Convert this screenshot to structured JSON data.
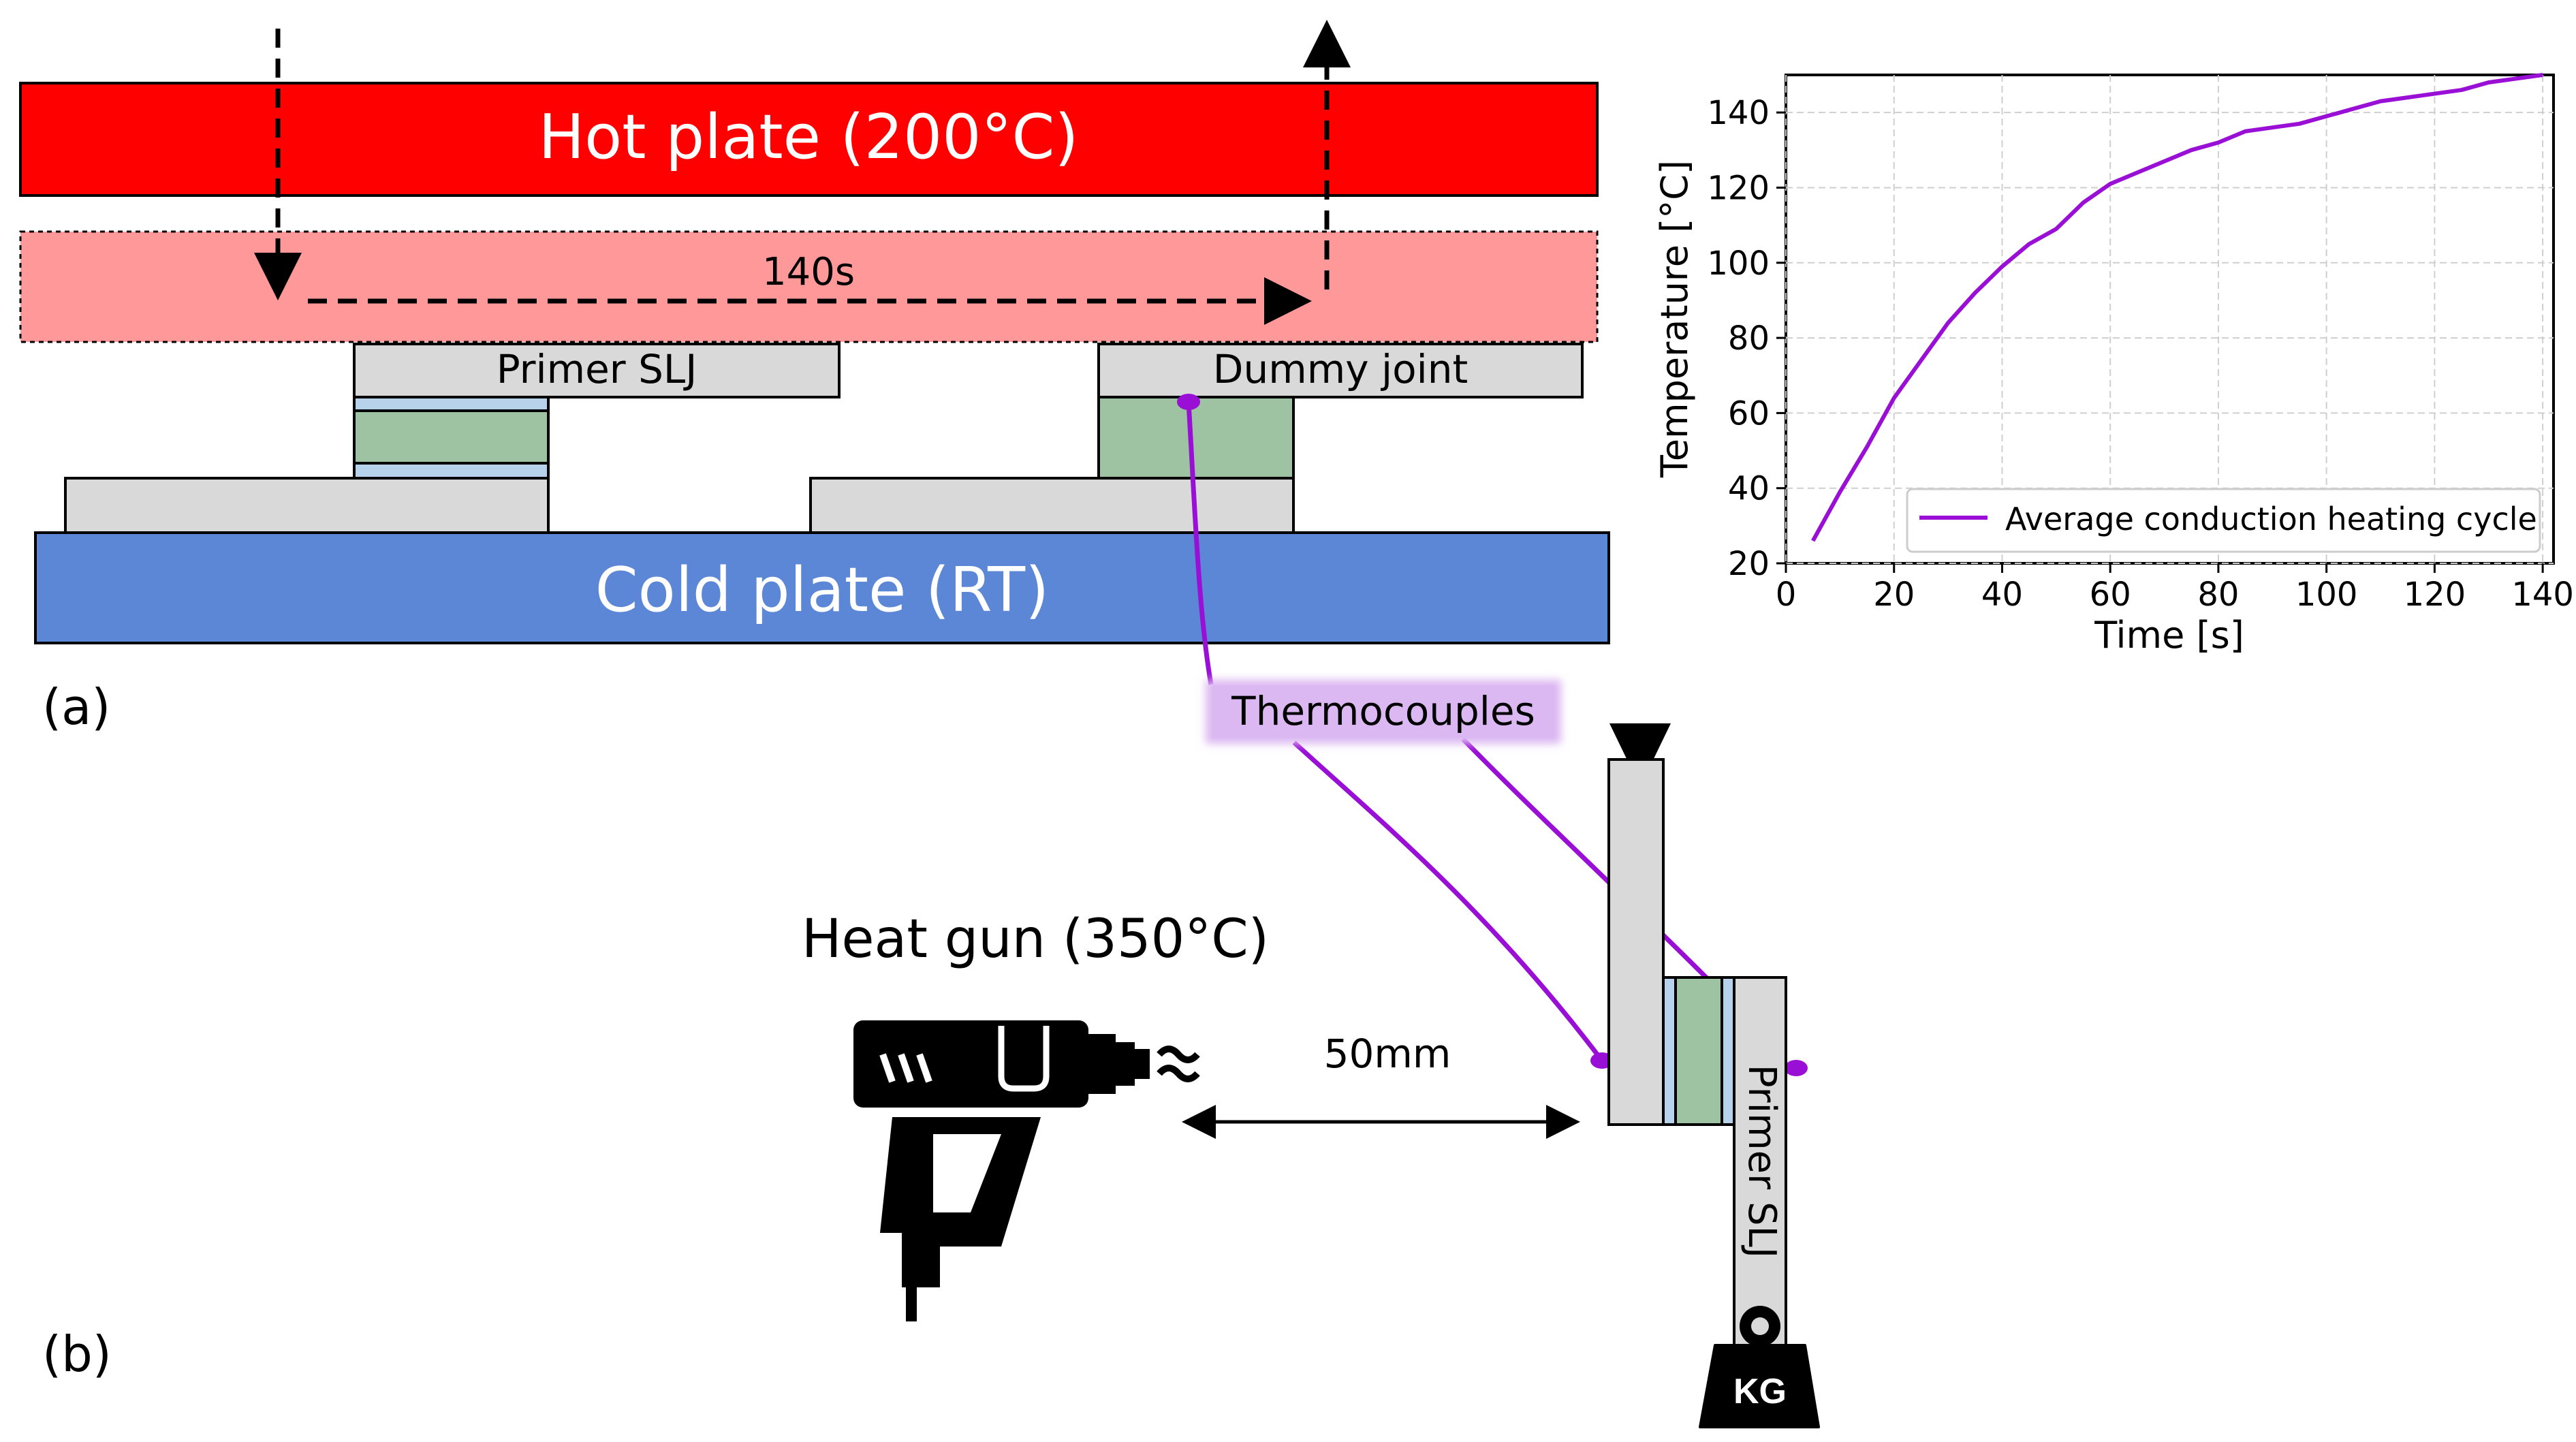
{
  "panel_a": {
    "label": "(a)",
    "hot_plate_label": "Hot plate (200°C)",
    "cold_plate_label": "Cold plate (RT)",
    "time_label": "140s",
    "primer_slj_label": "Primer SLJ",
    "dummy_joint_label": "Dummy joint"
  },
  "panel_b": {
    "label": "(b)",
    "heat_gun_label": "Heat gun (350°C)",
    "distance_label": "50mm",
    "primer_slj_label": "Primer SLJ",
    "weight_label": "KG"
  },
  "thermocouples_label": "Thermocouples",
  "colors": {
    "hot_plate": "#ff0000",
    "hot_zone": "#ff9999",
    "cold_plate": "#5b87d6",
    "adherend": "#d9d9d9",
    "adhesive": "#9dc3a3",
    "primer": "#b7d3ec",
    "thermocouple": "#9a0fd6",
    "label_bg": "#dcb8f2"
  },
  "chart_data": {
    "type": "line",
    "xlabel": "Time [s]",
    "ylabel": "Temperature [°C]",
    "xlim": [
      0,
      142
    ],
    "ylim": [
      20,
      150
    ],
    "xticks": [
      0,
      20,
      40,
      60,
      80,
      100,
      120,
      140
    ],
    "yticks": [
      20,
      40,
      60,
      80,
      100,
      120,
      140
    ],
    "grid": true,
    "legend_position": "bottom-right",
    "series": [
      {
        "name": "Average conduction heating cycle",
        "color": "#9a0fd6",
        "x": [
          5,
          10,
          15,
          20,
          25,
          30,
          35,
          40,
          45,
          50,
          55,
          60,
          65,
          70,
          75,
          80,
          85,
          90,
          95,
          100,
          105,
          110,
          115,
          120,
          125,
          130,
          135,
          140
        ],
        "y": [
          26,
          39,
          51,
          64,
          74,
          84,
          92,
          99,
          105,
          109,
          116,
          121,
          124,
          127,
          130,
          132,
          135,
          136,
          137,
          139,
          141,
          143,
          144,
          145,
          146,
          148,
          149,
          150
        ]
      }
    ]
  }
}
